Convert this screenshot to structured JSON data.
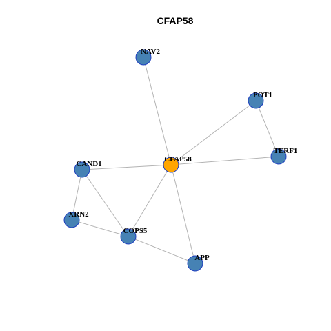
{
  "title": "CFAP58",
  "colors": {
    "hub": "#ffa500",
    "node": "#4682b4",
    "node_border": "#1f3fbf",
    "edge": "#b3b3b3"
  },
  "nodes": [
    {
      "id": "CFAP58",
      "label": "CFAP58",
      "hub": true
    },
    {
      "id": "NAV2",
      "label": "NAV2",
      "hub": false
    },
    {
      "id": "POT1",
      "label": "POT1",
      "hub": false
    },
    {
      "id": "TERF1",
      "label": "TERF1",
      "hub": false
    },
    {
      "id": "CAND1",
      "label": "CAND1",
      "hub": false
    },
    {
      "id": "XRN2",
      "label": "XRN2",
      "hub": false
    },
    {
      "id": "COPS5",
      "label": "COPS5",
      "hub": false
    },
    {
      "id": "APP",
      "label": "APP",
      "hub": false
    }
  ],
  "edges": [
    [
      "CFAP58",
      "NAV2"
    ],
    [
      "CFAP58",
      "POT1"
    ],
    [
      "CFAP58",
      "TERF1"
    ],
    [
      "CFAP58",
      "CAND1"
    ],
    [
      "CFAP58",
      "COPS5"
    ],
    [
      "CFAP58",
      "APP"
    ],
    [
      "POT1",
      "TERF1"
    ],
    [
      "CAND1",
      "XRN2"
    ],
    [
      "CAND1",
      "COPS5"
    ],
    [
      "XRN2",
      "COPS5"
    ],
    [
      "COPS5",
      "APP"
    ]
  ]
}
